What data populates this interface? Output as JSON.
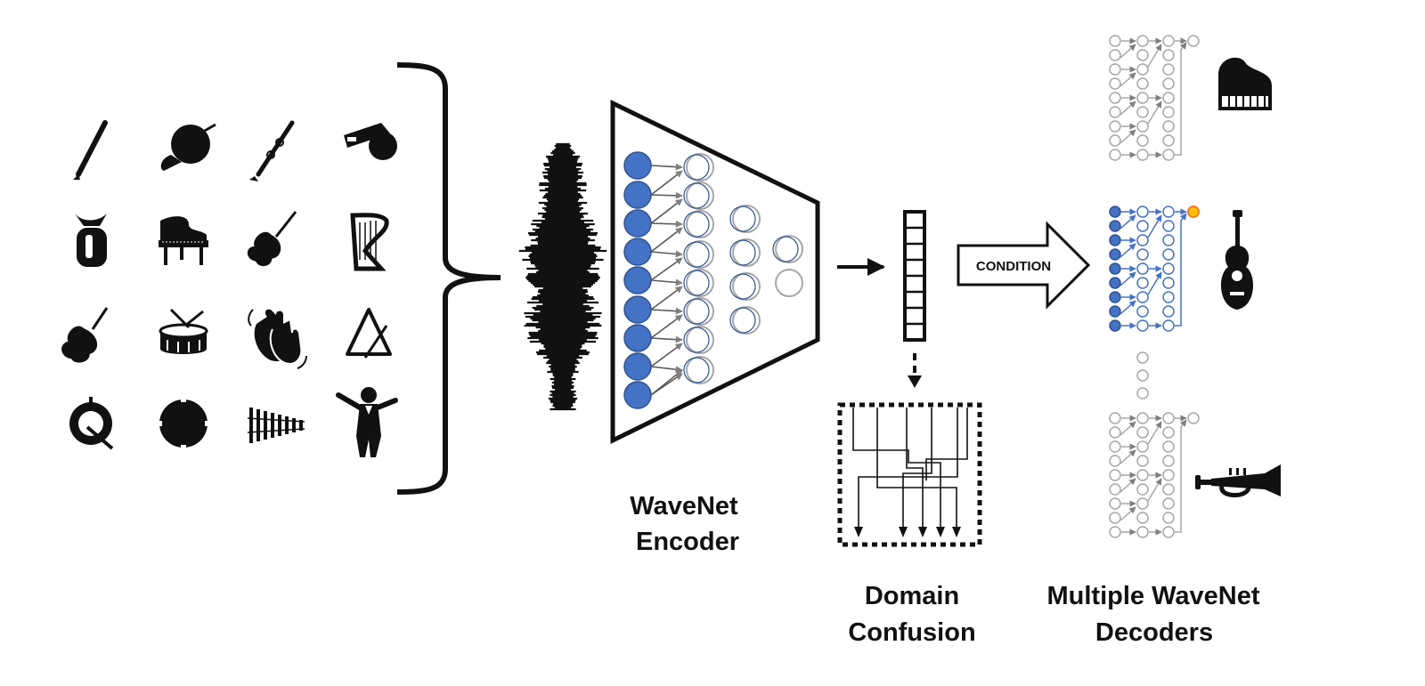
{
  "diagram": {
    "instrument_icons": [
      "clarinet-icon",
      "french-horn-icon",
      "trumpet-icon",
      "whistle-icon",
      "tuba-icon",
      "grand-piano-icon",
      "violin-icon",
      "harp-icon",
      "cello-icon",
      "snare-drum-icon",
      "clapping-hands-icon",
      "triangle-icon",
      "bass-drum-icon",
      "tambourine-icon",
      "xylophone-icon",
      "conductor-icon"
    ],
    "encoder": {
      "label_line1": "WaveNet",
      "label_line2": "Encoder"
    },
    "condition": {
      "label": "CONDITION"
    },
    "domain_confusion": {
      "label_line1": "Domain",
      "label_line2": "Confusion"
    },
    "decoders": {
      "label_line1": "Multiple WaveNet",
      "label_line2": "Decoders",
      "output_icons": [
        "grand-piano-icon",
        "guitar-icon",
        "trumpet-icon"
      ]
    },
    "colors": {
      "ink": "#111111",
      "active_node": "#4472c4",
      "active_node_stroke": "#2f528f",
      "inactive_node": "#a6a6a6",
      "output_node": "#ffc000",
      "output_node_stroke": "#ed7d31"
    }
  }
}
